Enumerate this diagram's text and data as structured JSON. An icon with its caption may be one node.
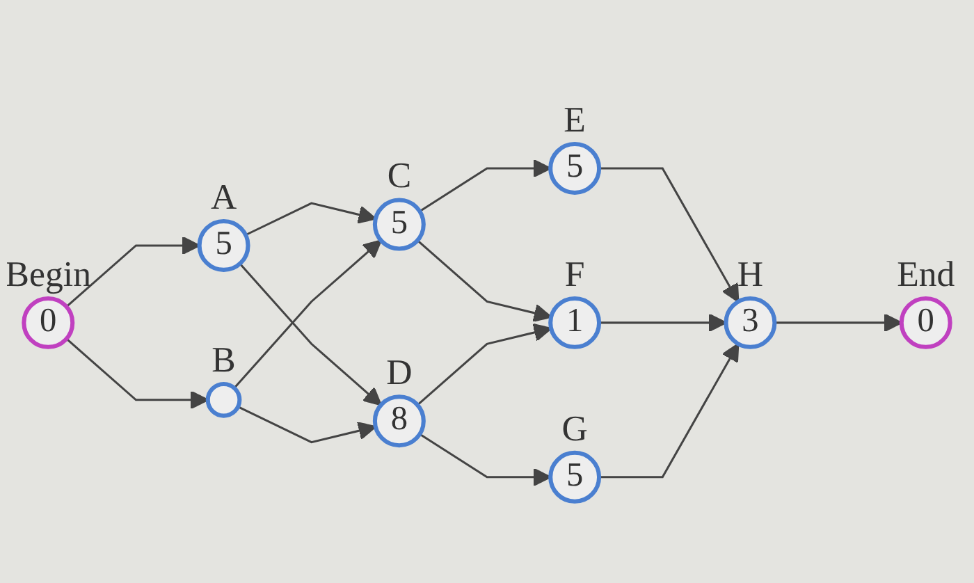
{
  "diagram": {
    "nodes": [
      {
        "text": [
          "0"
        ],
        "beside": [
          "Begin"
        ]
      },
      {
        "text": [
          "5"
        ],
        "beside": [
          "A"
        ]
      },
      {
        "text": [],
        "shape": "circle",
        "beside": [
          "B"
        ]
      },
      {
        "text": [
          "5"
        ],
        "beside": [
          "C"
        ]
      },
      {
        "text": [
          "8"
        ],
        "beside": [
          "D"
        ]
      },
      {
        "text": [
          "5"
        ],
        "beside": [
          "E"
        ]
      },
      {
        "text": [
          "1"
        ],
        "beside": [
          "F"
        ]
      },
      {
        "text": [
          "5"
        ],
        "beside": [
          "G"
        ]
      },
      {
        "text": [
          "3"
        ],
        "beside": [
          "H"
        ]
      },
      {
        "text": [
          "0"
        ],
        "beside": [
          "End"
        ]
      }
    ],
    "edges": [
      {
        "from": 0,
        "to": 1,
        "arrow": "to"
      },
      {
        "from": 0,
        "to": 2,
        "arrow": "to"
      },
      {
        "from": 1,
        "to": 3,
        "arrow": "to"
      },
      {
        "from": 1,
        "to": 4,
        "arrow": "to"
      },
      {
        "from": 2,
        "to": 3,
        "arrow": "to"
      },
      {
        "from": 2,
        "to": 4,
        "arrow": "to"
      },
      {
        "from": 3,
        "to": 5,
        "arrow": "to"
      },
      {
        "from": 3,
        "to": 6,
        "arrow": "to"
      },
      {
        "from": 4,
        "to": 6,
        "arrow": "to"
      },
      {
        "from": 4,
        "to": 7,
        "arrow": "to"
      },
      {
        "from": 5,
        "to": 8,
        "arrow": "to"
      },
      {
        "from": 6,
        "to": 8,
        "arrow": "to"
      },
      {
        "from": 7,
        "to": 8,
        "arrow": "to"
      },
      {
        "from": 8,
        "to": 9,
        "arrow": "to"
      }
    ]
  }
}
